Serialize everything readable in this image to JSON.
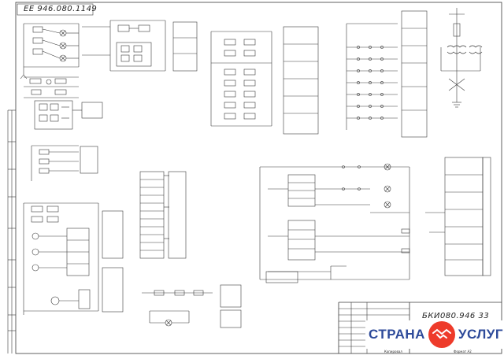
{
  "drawing": {
    "frame_code": "ЕЕ 946.080.1149",
    "document_code": "БКИ080.946 33",
    "footer_left": "Копировал",
    "footer_right": "Формат   А2"
  },
  "colors": {
    "ink": "#3a3a3a",
    "background": "#ffffff",
    "watermark_blue": "#2d4a9a",
    "watermark_red": "#ee3b2a"
  },
  "watermark": {
    "left_word": "СТРАНА",
    "right_word": "УСЛУГ",
    "emblem_icon": "handshake-icon"
  }
}
